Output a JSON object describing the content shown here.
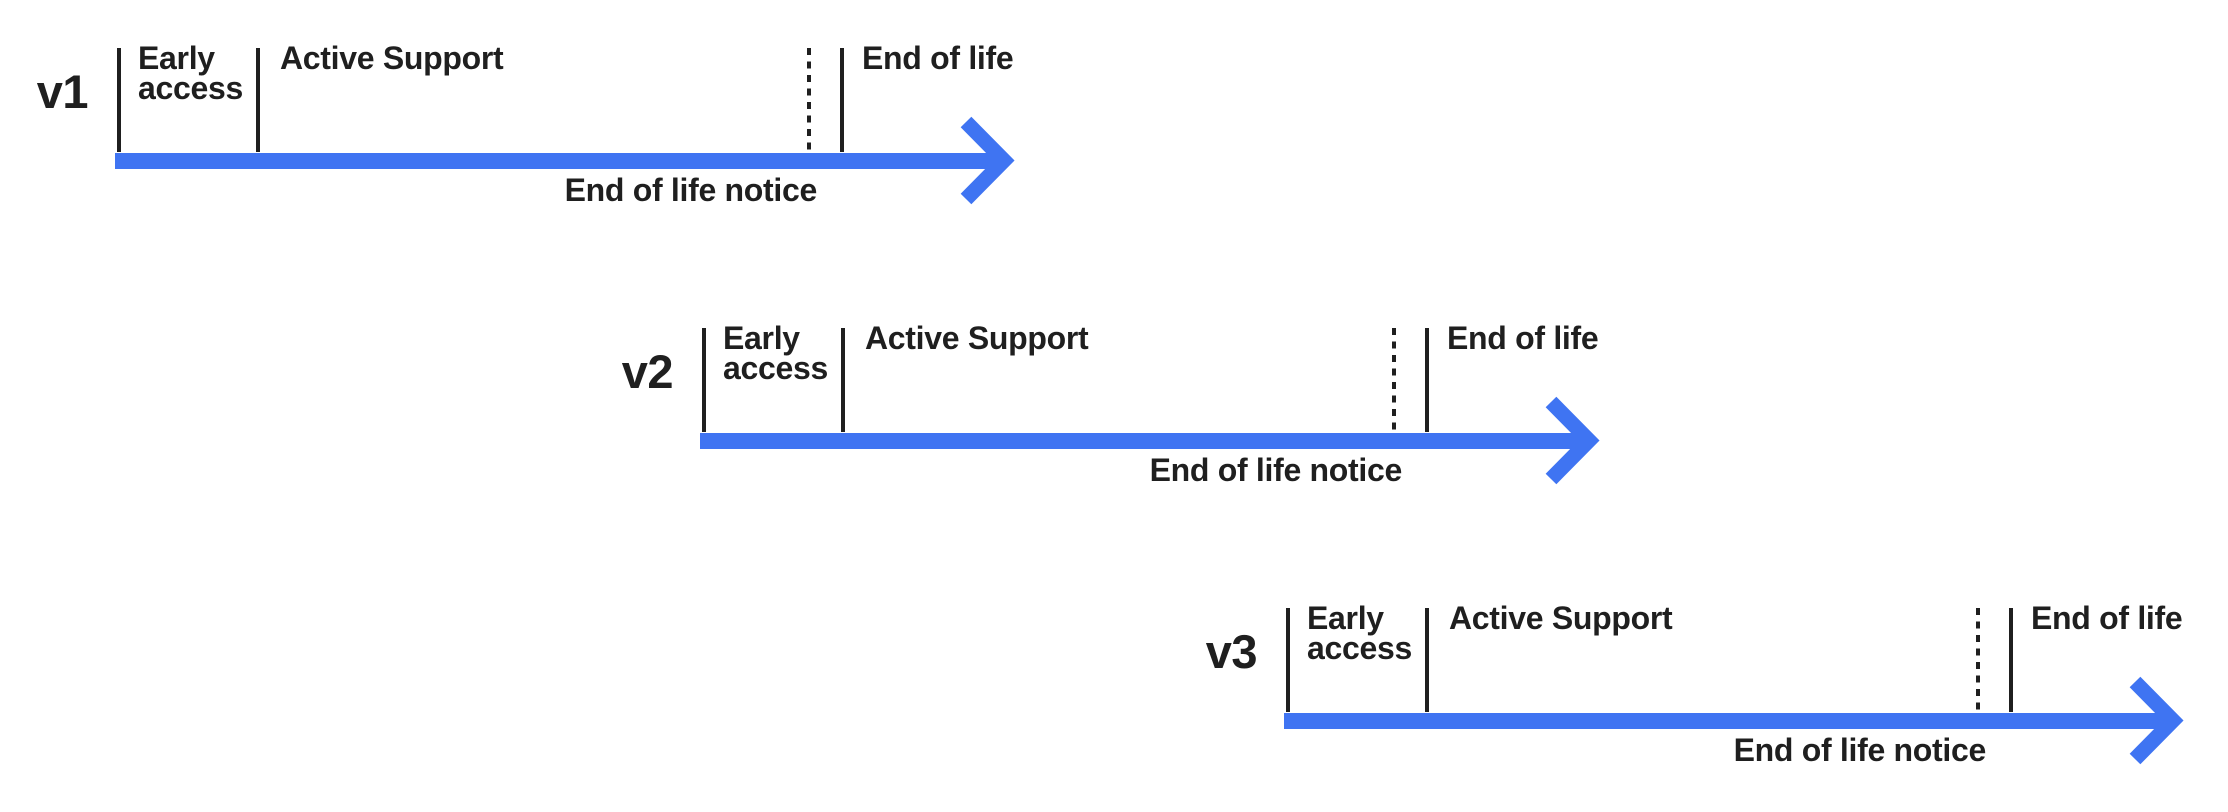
{
  "palette": {
    "arrow": "#3F74F2",
    "ink": "#1F1F1F"
  },
  "timelines": [
    {
      "version": "v1",
      "early_access": "Early access",
      "active_support": "Active Support",
      "end_of_life": "End of life",
      "eol_notice": "End of life notice"
    },
    {
      "version": "v2",
      "early_access": "Early access",
      "active_support": "Active Support",
      "end_of_life": "End of life",
      "eol_notice": "End of life notice"
    },
    {
      "version": "v3",
      "early_access": "Early access",
      "active_support": "Active Support",
      "end_of_life": "End of life",
      "eol_notice": "End of life notice"
    }
  ]
}
